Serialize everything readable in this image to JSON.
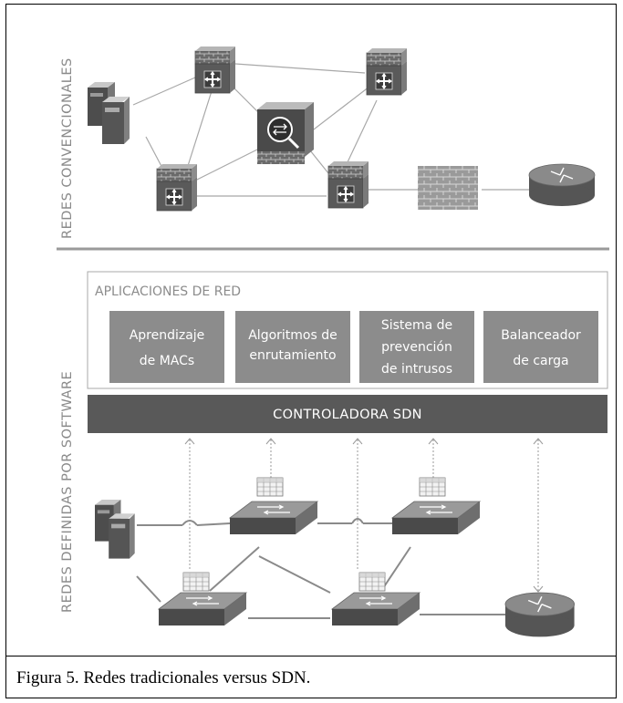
{
  "labels": {
    "conventional": "REDES CONVENCIONALES",
    "sdn": "REDES DEFINIDAS POR SOFTWARE",
    "apps_title": "APLICACIONES DE RED",
    "controller": "CONTROLADORA SDN"
  },
  "apps": [
    {
      "line1": "Aprendizaje",
      "line2": "de MACs",
      "line3": ""
    },
    {
      "line1": "Algoritmos de",
      "line2": "enrutamiento",
      "line3": ""
    },
    {
      "line1": "Sistema de",
      "line2": "prevención",
      "line3": "de intrusos"
    },
    {
      "line1": "Balanceador",
      "line2": "de carga",
      "line3": ""
    }
  ],
  "icons": {
    "server": "server-icon",
    "firewall_router": "firewall-router-icon",
    "ips": "intrusion-prevention-icon",
    "firewall": "brick-firewall-icon",
    "router": "router-icon",
    "switch": "switch-icon",
    "flow_table": "flow-table-icon"
  },
  "caption": "Figura 5. Redes tradicionales versus SDN."
}
